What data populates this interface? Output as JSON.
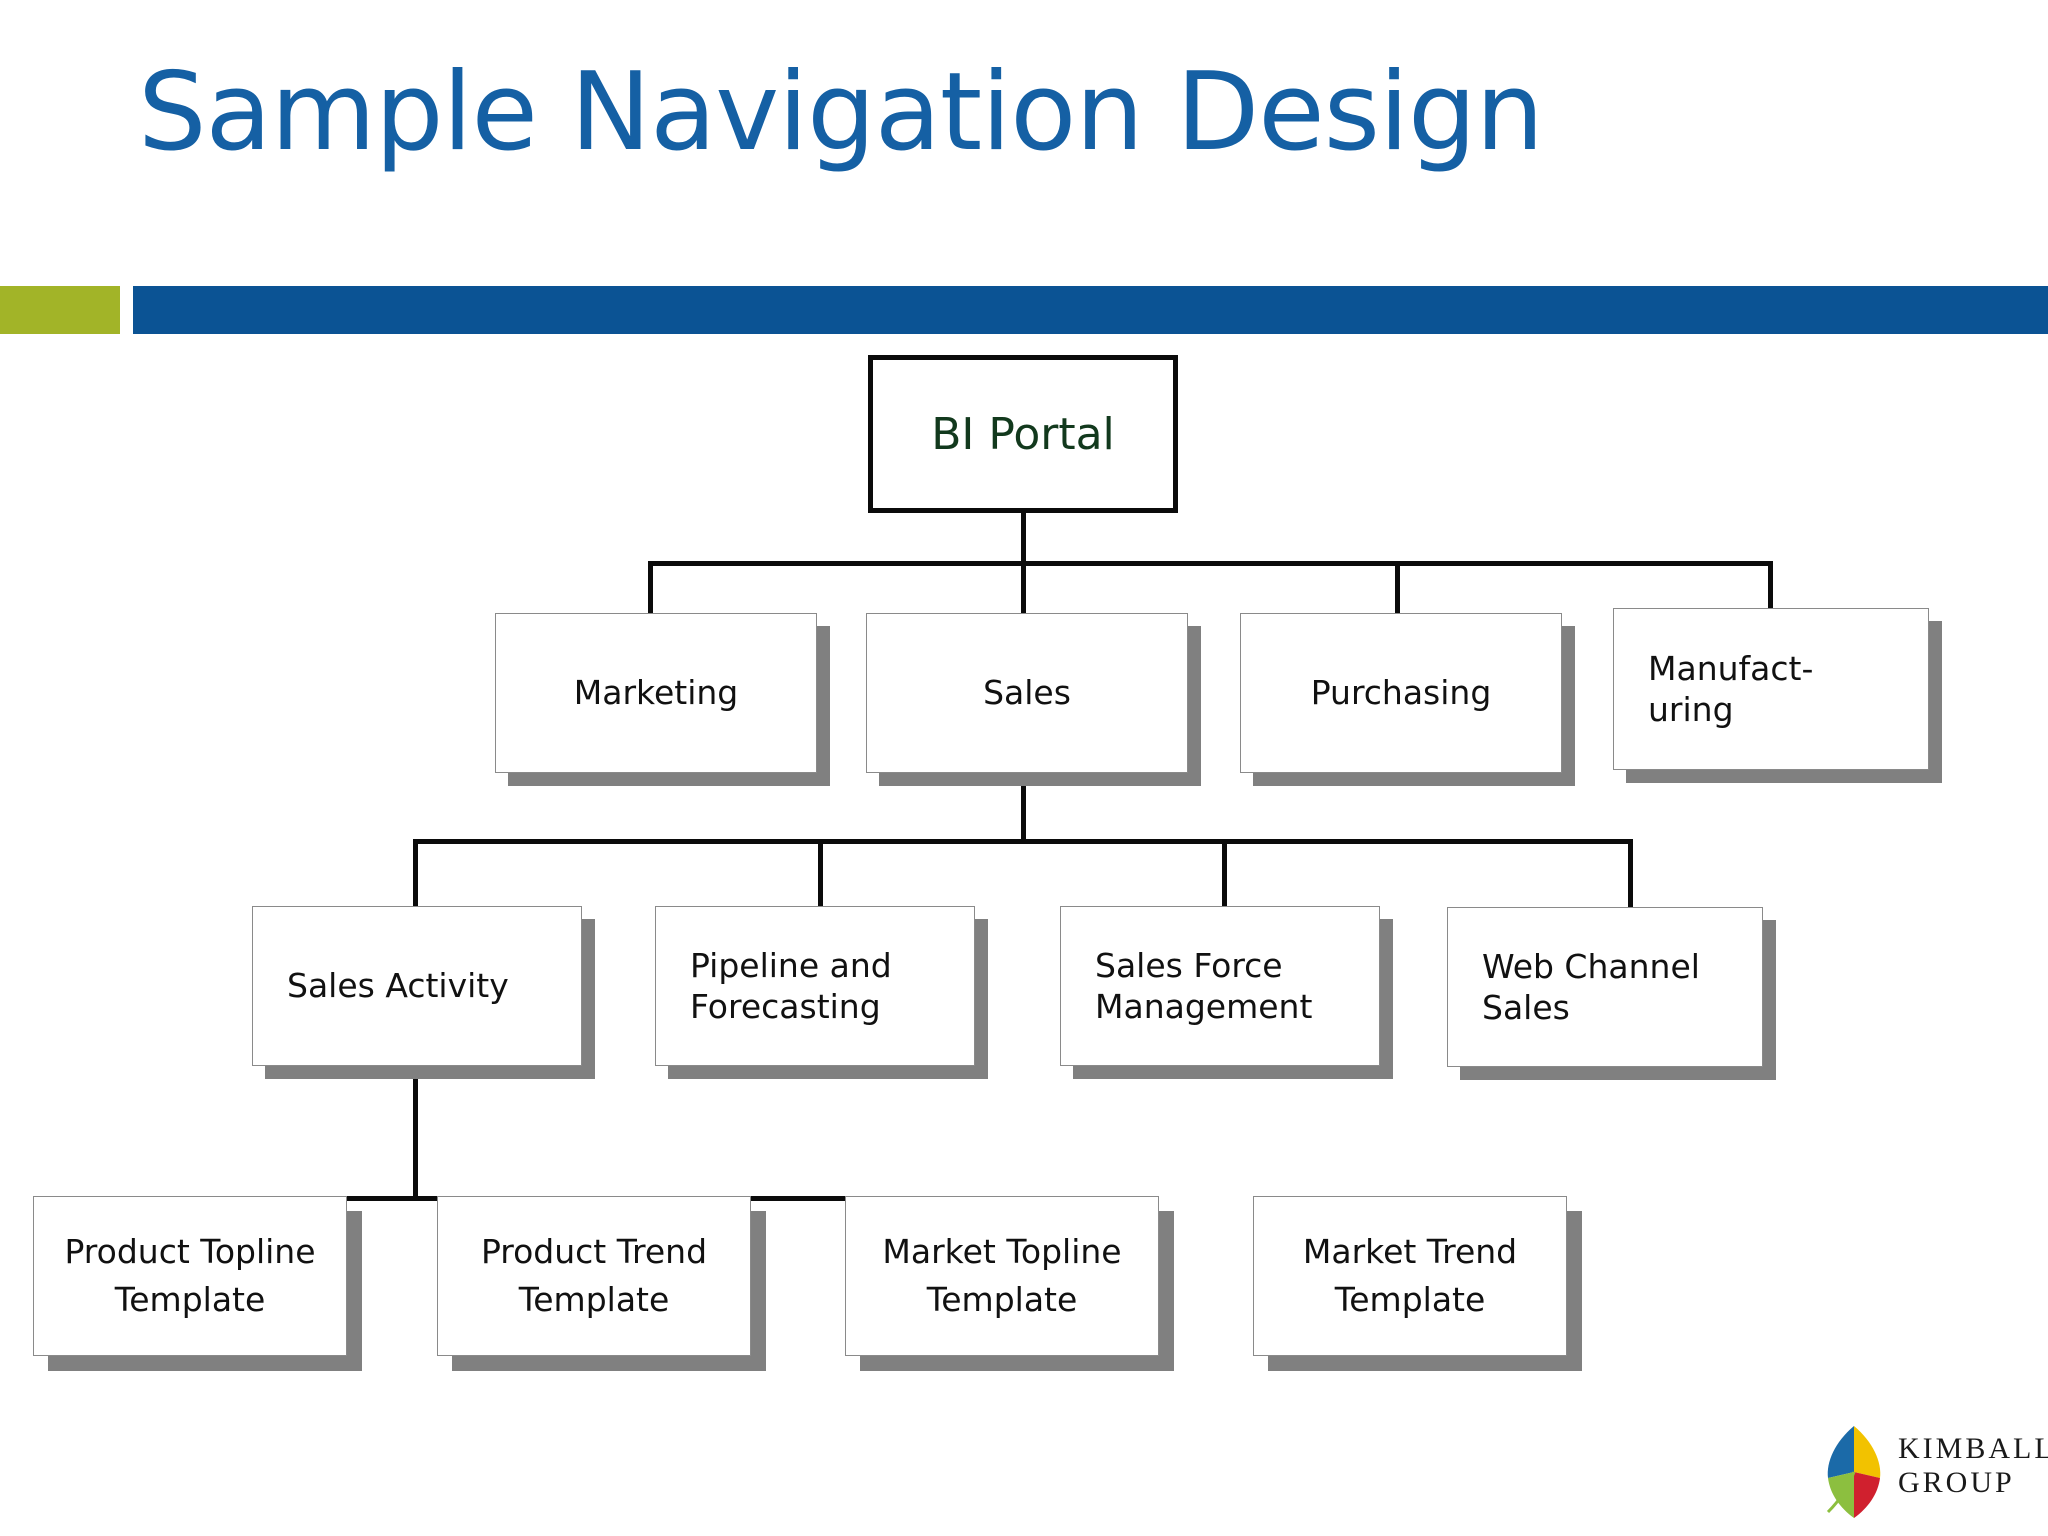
{
  "slide": {
    "title": "Sample Navigation Design",
    "title_color": "#1560a4",
    "accent_green": "#a2b428",
    "accent_blue": "#0b5394"
  },
  "diagram": {
    "type": "tree",
    "root": {
      "label": "BI Portal",
      "text_color": "#12391d"
    },
    "level2": [
      {
        "label": "Marketing"
      },
      {
        "label": "Sales"
      },
      {
        "label": "Purchasing"
      },
      {
        "label": "Manufact-\nuring"
      }
    ],
    "level3_parent": "Sales",
    "level3": [
      {
        "label": "Sales Activity"
      },
      {
        "label": "Pipeline and\nForecasting"
      },
      {
        "label": "Sales Force\nManagement"
      },
      {
        "label": "Web Channel\nSales"
      }
    ],
    "level4_parent": "Sales Activity",
    "level4": [
      {
        "label": "Product Topline\nTemplate"
      },
      {
        "label": "Product Trend\nTemplate"
      },
      {
        "label": "Market Topline\nTemplate"
      },
      {
        "label": "Market Trend\nTemplate"
      }
    ]
  },
  "logo": {
    "name": "kimball-group-logo",
    "line1": "KIMBALL",
    "line2": "GROUP",
    "colors": {
      "blue": "#1b6aa8",
      "yellow": "#f2c200",
      "red": "#d0202e",
      "green": "#8cbf3f"
    }
  }
}
